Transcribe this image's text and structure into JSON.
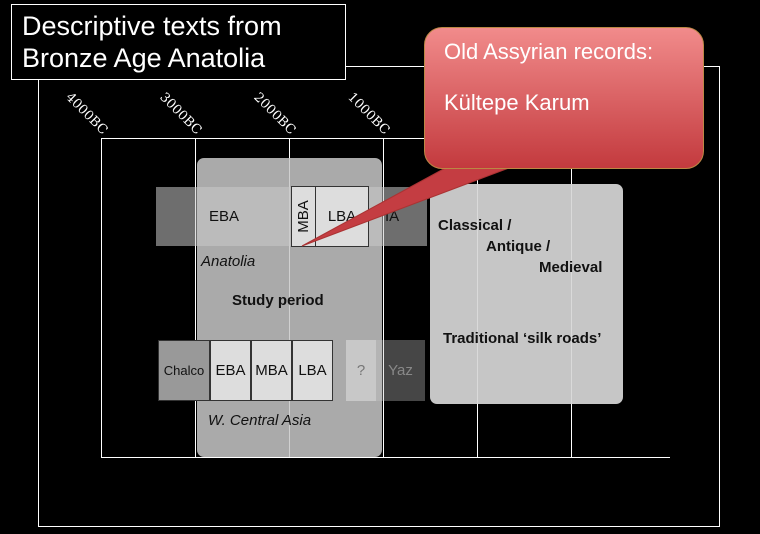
{
  "title": {
    "line1": "Descriptive texts from",
    "line2": "Bronze Age Anatolia"
  },
  "timeline": {
    "eras": [
      "4000BC",
      "3000BC",
      "2000BC",
      "1000BC"
    ]
  },
  "anatolia": {
    "cells": [
      "EBA",
      "MBA",
      "LBA",
      "IA"
    ],
    "label": "Anatolia"
  },
  "study_period": "Study period",
  "central_asia": {
    "cells": [
      "Chalco",
      "EBA",
      "MBA",
      "LBA",
      "?",
      "Yaz"
    ],
    "label": "W. Central Asia"
  },
  "later_periods": {
    "line1": "Classical /",
    "line2": "Antique /",
    "line3": "Medieval",
    "silk_roads": "Traditional ‘silk roads’"
  },
  "callout": {
    "line1": "Old Assyrian records:",
    "line2": "Kültepe Karum"
  },
  "colors": {
    "callout": "#d9545a",
    "panel": "#c8c8c8",
    "background": "#000000"
  }
}
